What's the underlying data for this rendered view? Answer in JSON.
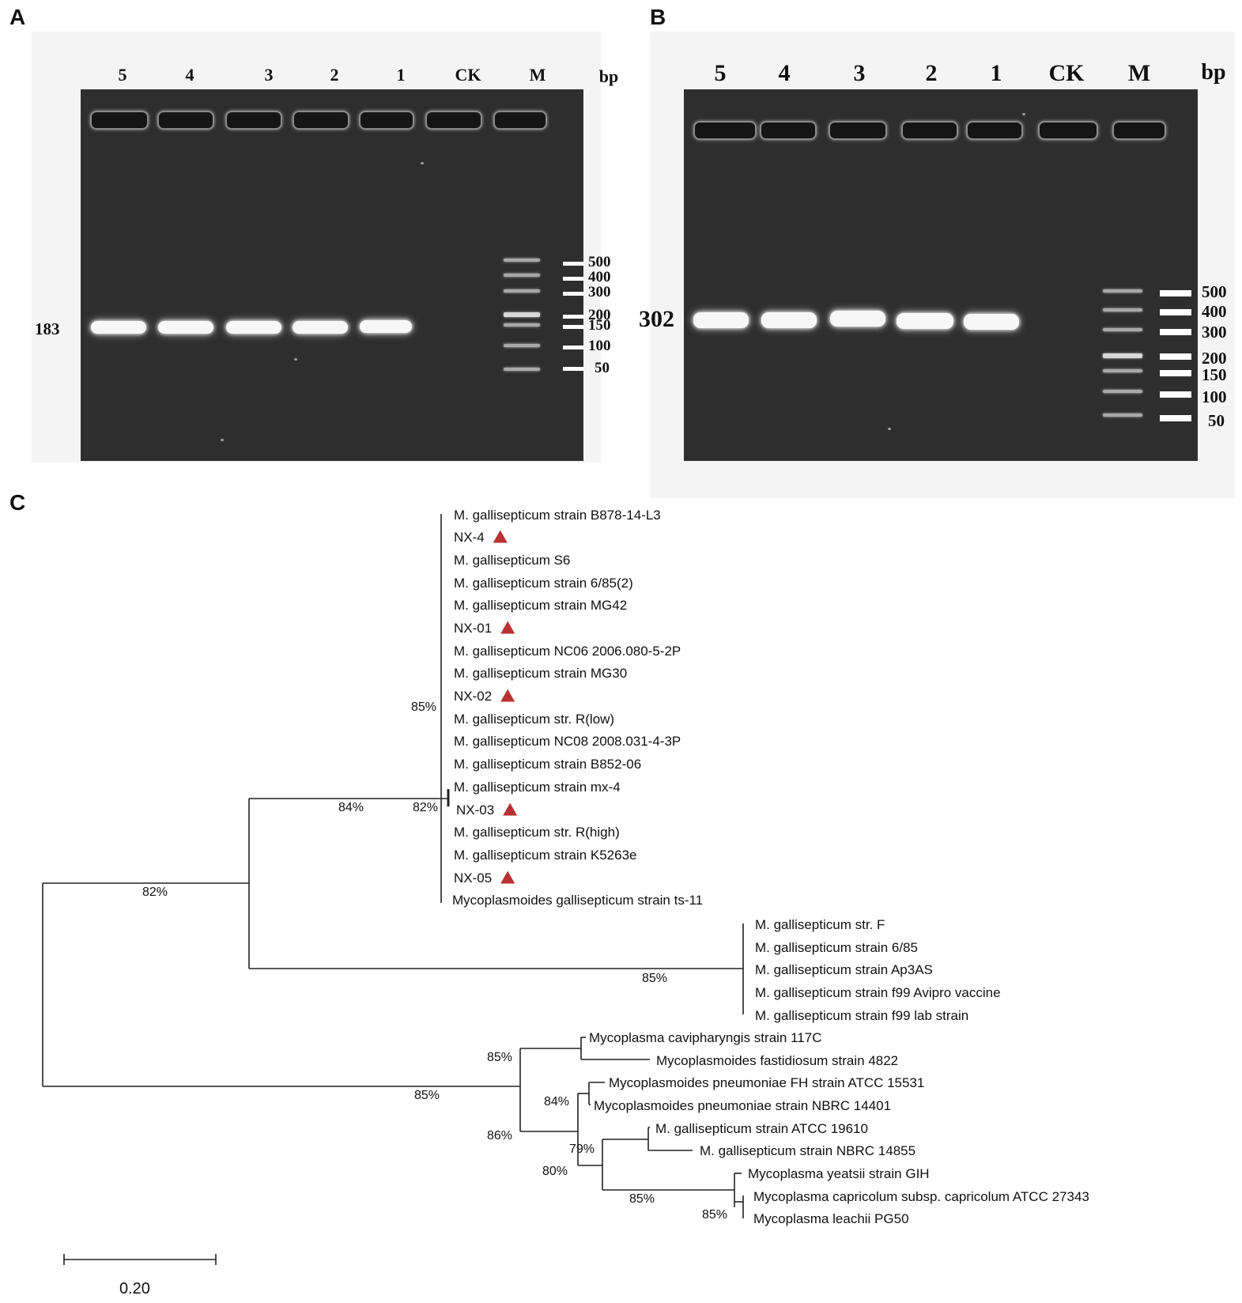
{
  "panel_a": {
    "letter": "A",
    "lane_labels": [
      "5",
      "4",
      "3",
      "2",
      "1",
      "CK",
      "M"
    ],
    "unit_label": "bp",
    "band_size_label": "183",
    "marker_sizes": [
      "500",
      "400",
      "300",
      "200",
      "150",
      "100",
      "50"
    ]
  },
  "panel_b": {
    "letter": "B",
    "lane_labels": [
      "5",
      "4",
      "3",
      "2",
      "1",
      "CK",
      "M"
    ],
    "unit_label": "bp",
    "band_size_label": "302",
    "marker_sizes": [
      "500",
      "400",
      "300",
      "200",
      "150",
      "100",
      "50"
    ]
  },
  "panel_c": {
    "letter": "C",
    "scale_bar_label": "0.20",
    "marker_color": "#b83232",
    "clade1_leaves": [
      "M. gallisepticum strain B878-14-L3",
      "NX-4",
      "M. gallisepticum S6",
      "M. gallisepticum strain 6/85(2)",
      "M. gallisepticum strain MG42",
      "NX-01",
      "M. gallisepticum NC06 2006.080-5-2P",
      "M. gallisepticum strain MG30",
      "NX-02",
      "M. gallisepticum str. R(low)",
      "M. gallisepticum NC08 2008.031-4-3P",
      "M. gallisepticum strain B852-06",
      "M. gallisepticum strain mx-4",
      "NX-03",
      "M. gallisepticum str. R(high)",
      "M. gallisepticum strain K5263e",
      "NX-05",
      "Mycoplasmoides gallisepticum strain ts-11"
    ],
    "clade1_marked": [
      false,
      true,
      false,
      false,
      false,
      true,
      false,
      false,
      true,
      false,
      false,
      false,
      false,
      true,
      false,
      false,
      true,
      false
    ],
    "clade2_leaves": [
      "M. gallisepticum str. F",
      "M. gallisepticum strain 6/85",
      "M. gallisepticum strain Ap3AS",
      "M. gallisepticum strain f99 Avipro vaccine",
      "M. gallisepticum strain f99 lab strain"
    ],
    "clade3_leaves": [
      "Mycoplasma cavipharyngis strain 117C",
      "Mycoplasmoides fastidiosum strain 4822",
      "Mycoplasmoides pneumoniae FH strain ATCC 15531",
      "Mycoplasmoides pneumoniae strain NBRC 14401",
      "M. gallisepticum strain ATCC 19610",
      "M. gallisepticum strain NBRC 14855",
      "Mycoplasma yeatsii strain GIH",
      "Mycoplasma capricolum subsp. capricolum ATCC 27343",
      "Mycoplasma leachii PG50"
    ],
    "support_values": {
      "clade1_top": "85%",
      "clade1_inner": "82%",
      "ingroup": "84%",
      "root_upper": "82%",
      "clade2": "85%",
      "root_lower": "85%",
      "cavi_fast": "85%",
      "pneumoniae": "84%",
      "lower_group": "86%",
      "atcc": "79%",
      "gal_myco": "80%",
      "myco": "85%",
      "cap_leach": "85%"
    }
  }
}
